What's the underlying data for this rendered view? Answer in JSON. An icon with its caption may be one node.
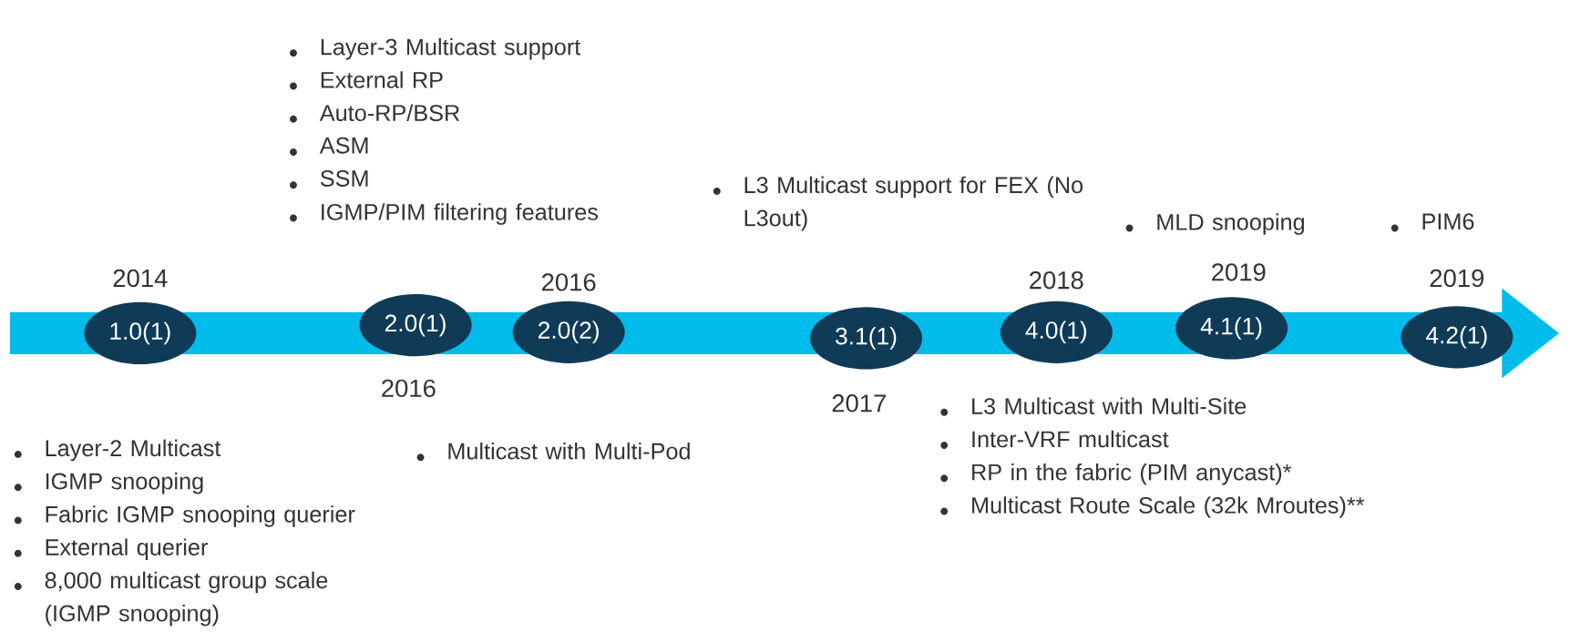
{
  "diagram": {
    "nodes": [
      {
        "text": [
          "1.0(1)"
        ],
        "beside": [
          "2014",
          "Layer-2 Multicast",
          "IGMP snooping",
          "Fabric IGMP snooping querier",
          "External querier",
          "8,000 multicast group scale (IGMP snooping)"
        ]
      },
      {
        "text": [
          "2.0(1)"
        ],
        "beside": [
          "2016",
          "Layer-3 Multicast support",
          "External RP",
          "Auto-RP/BSR",
          "ASM",
          "SSM",
          "IGMP/PIM filtering features"
        ]
      },
      {
        "text": [
          "2.0(2)"
        ],
        "beside": [
          "2016",
          "Multicast with Multi-Pod"
        ]
      },
      {
        "text": [
          "3.1(1)"
        ],
        "beside": [
          "2017",
          "L3 Multicast support for FEX (No L3out)"
        ]
      },
      {
        "text": [
          "4.0(1)"
        ],
        "beside": [
          "2018",
          "L3 Multicast with Multi-Site",
          "Inter-VRF multicast",
          "RP in the fabric (PIM anycast)*",
          "Multicast Route Scale (32k Mroutes)**"
        ]
      },
      {
        "text": [
          "4.1(1)"
        ],
        "beside": [
          "2019",
          "MLD snooping"
        ]
      },
      {
        "text": [
          "4.2(1)"
        ],
        "beside": [
          "2019",
          "PIM6"
        ]
      }
    ]
  }
}
